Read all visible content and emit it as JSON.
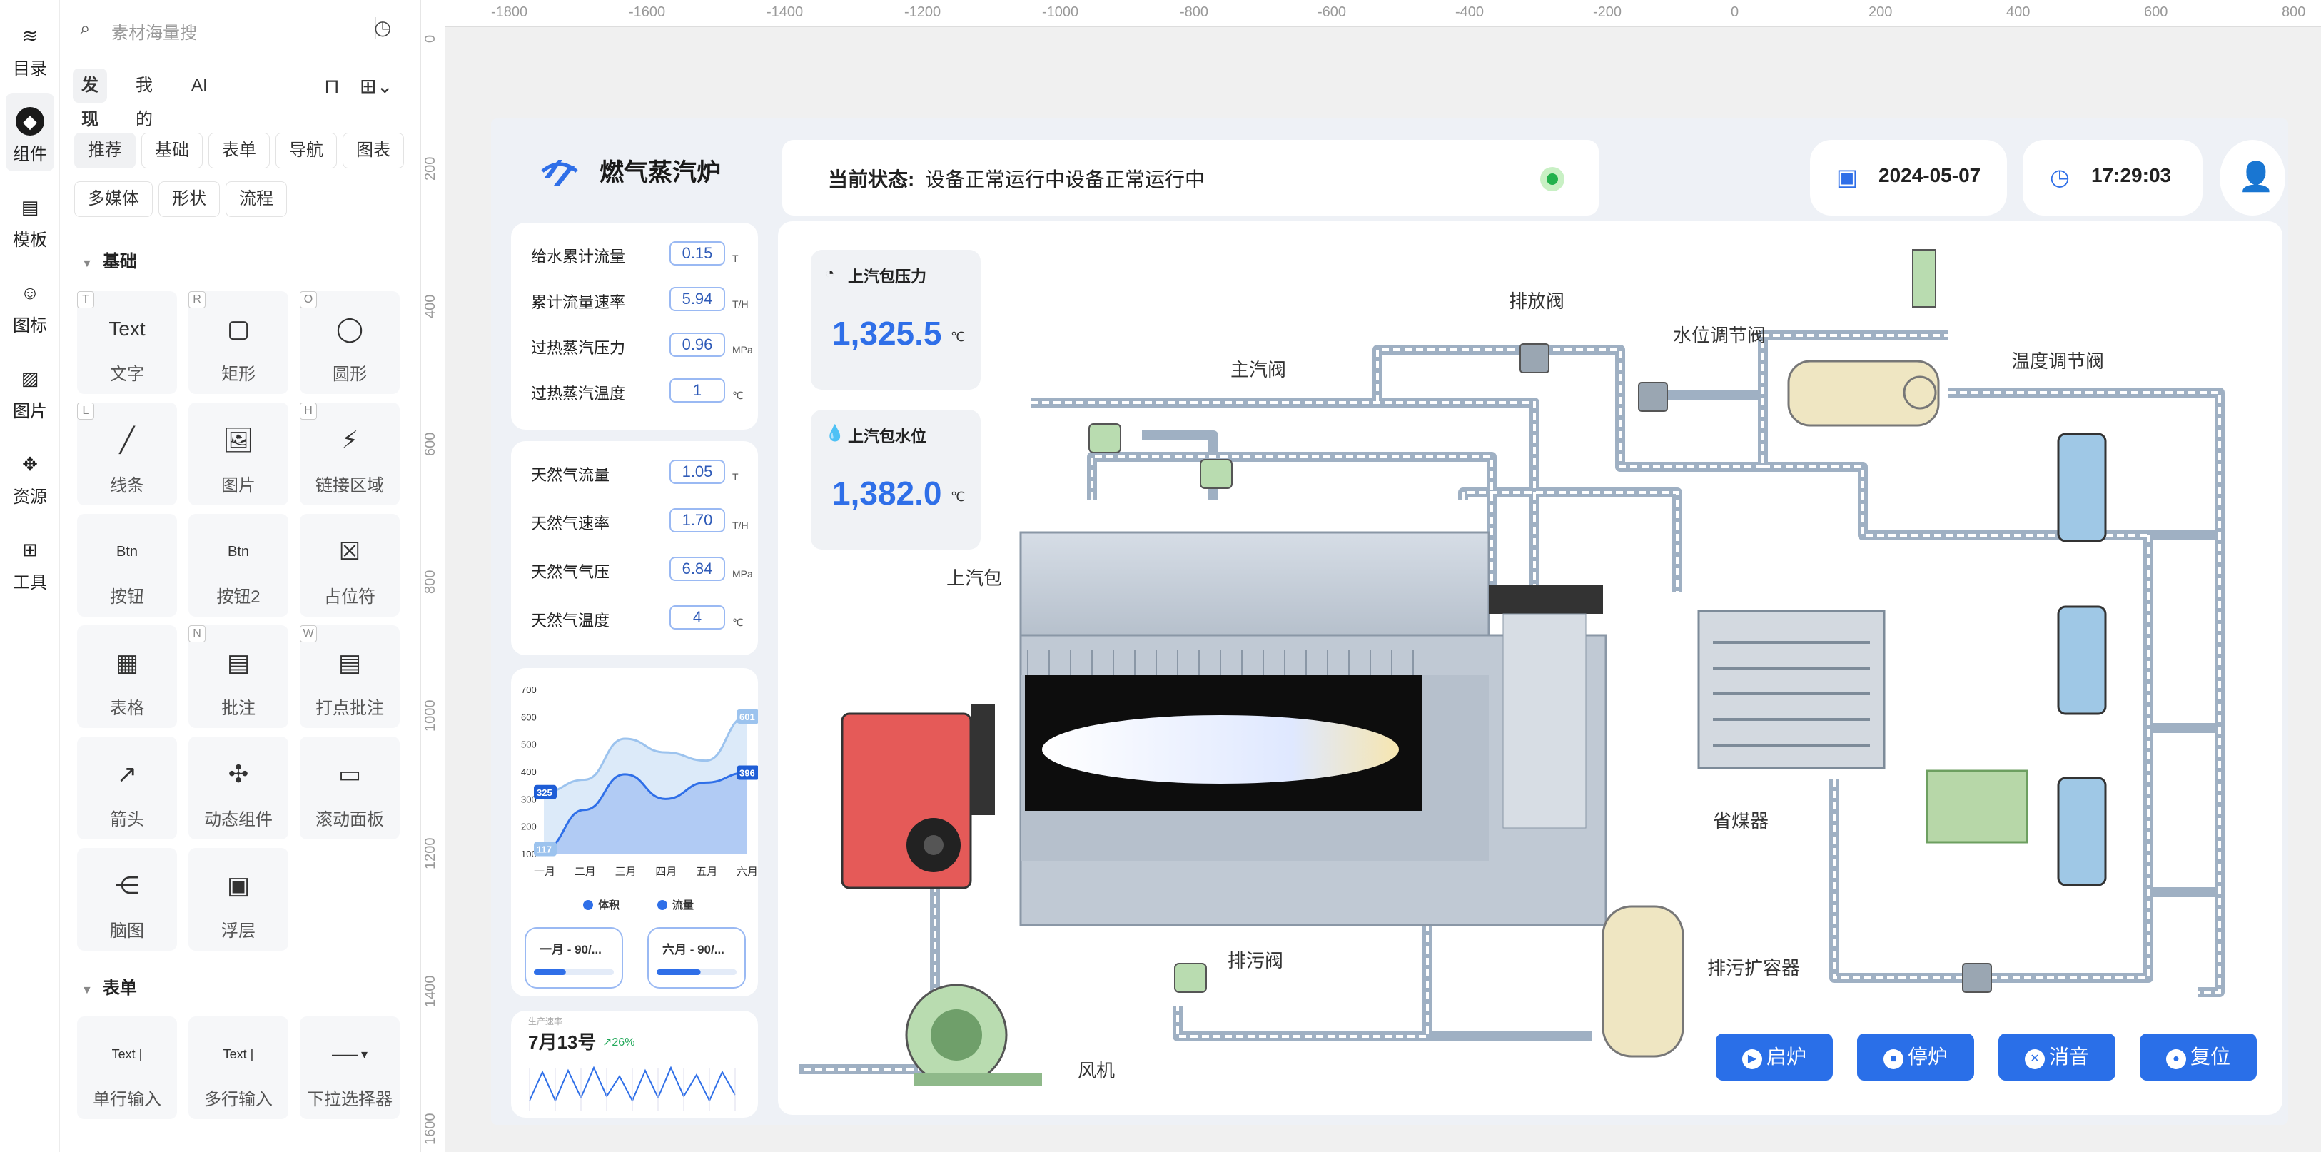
{
  "rail": {
    "items": [
      {
        "label": "目录",
        "icon": "layers-icon"
      },
      {
        "label": "组件",
        "icon": "cube-icon"
      },
      {
        "label": "模板",
        "icon": "template-icon"
      },
      {
        "label": "图标",
        "icon": "smile-icon"
      },
      {
        "label": "图片",
        "icon": "image-icon"
      },
      {
        "label": "资源",
        "icon": "resource-icon"
      },
      {
        "label": "工具",
        "icon": "tool-icon"
      }
    ]
  },
  "panel": {
    "search_placeholder": "素材海量搜",
    "tabs": [
      "发现",
      "我的",
      "AI"
    ],
    "chips": [
      "推荐",
      "基础",
      "表单",
      "导航",
      "图表",
      "多媒体",
      "形状",
      "流程"
    ],
    "section_basic": "基础",
    "section_form": "表单",
    "basic_cards": [
      {
        "label": "文字",
        "key": "T",
        "icon": "Text"
      },
      {
        "label": "矩形",
        "key": "R",
        "icon": "▢"
      },
      {
        "label": "圆形",
        "key": "O",
        "icon": "◯"
      },
      {
        "label": "线条",
        "key": "L",
        "icon": "╱"
      },
      {
        "label": "图片",
        "key": "",
        "icon": "🖼"
      },
      {
        "label": "链接区域",
        "key": "H",
        "icon": "⚡"
      },
      {
        "label": "按钮",
        "key": "",
        "icon": "Btn"
      },
      {
        "label": "按钮2",
        "key": "",
        "icon": "Btn"
      },
      {
        "label": "占位符",
        "key": "",
        "icon": "☒"
      },
      {
        "label": "表格",
        "key": "",
        "icon": "▦"
      },
      {
        "label": "批注",
        "key": "N",
        "icon": "▤"
      },
      {
        "label": "打点批注",
        "key": "W",
        "icon": "▤"
      },
      {
        "label": "箭头",
        "key": "",
        "icon": "↗"
      },
      {
        "label": "动态组件",
        "key": "",
        "icon": "✣"
      },
      {
        "label": "滚动面板",
        "key": "",
        "icon": "▭"
      },
      {
        "label": "脑图",
        "key": "",
        "icon": "⋲"
      },
      {
        "label": "浮层",
        "key": "",
        "icon": "▣"
      }
    ],
    "form_cards": [
      {
        "label": "单行输入",
        "icon": "Text |"
      },
      {
        "label": "多行输入",
        "icon": "Text |"
      },
      {
        "label": "下拉选择器",
        "icon": "—— ▾"
      }
    ]
  },
  "ruler": {
    "top": [
      "-1800",
      "-1600",
      "-1400",
      "-1200",
      "-1000",
      "-800",
      "-600",
      "-400",
      "-200",
      "0",
      "200",
      "400",
      "600",
      "800"
    ],
    "left": [
      "0",
      "200",
      "400",
      "600",
      "800",
      "1000",
      "1200",
      "1400",
      "1600"
    ]
  },
  "dashboard": {
    "title": "燃气蒸汽炉",
    "status_label": "当前状态:",
    "status_text": "设备正常运行中设备正常运行中",
    "date": "2024-05-07",
    "time": "17:29:03",
    "metrics_top": [
      {
        "label": "给水累计流量",
        "value": "0.15",
        "unit": "T"
      },
      {
        "label": "累计流量速率",
        "value": "5.94",
        "unit": "T/H"
      },
      {
        "label": "过热蒸汽压力",
        "value": "0.96",
        "unit": "MPa"
      },
      {
        "label": "过热蒸汽温度",
        "value": "1",
        "unit": "℃"
      }
    ],
    "metrics_gas": [
      {
        "label": "天然气流量",
        "value": "1.05",
        "unit": "T"
      },
      {
        "label": "天然气速率",
        "value": "1.70",
        "unit": "T/H"
      },
      {
        "label": "天然气气压",
        "value": "6.84",
        "unit": "MPa"
      },
      {
        "label": "天然气温度",
        "value": "4",
        "unit": "℃"
      }
    ],
    "sensors": [
      {
        "label": "上汽包压力",
        "value": "1,325.5",
        "unit": "℃"
      },
      {
        "label": "上汽包水位",
        "value": "1,382.0",
        "unit": "℃"
      }
    ],
    "diagram_labels": {
      "main_valve": "主汽阀",
      "discharge_valve": "排放阀",
      "level_valve": "水位调节阀",
      "temp_valve": "温度调节阀",
      "upper_drum": "上汽包",
      "economizer": "省煤器",
      "blowdown_valve": "排污阀",
      "blowdown_tank": "排污扩容器",
      "fan": "风机"
    },
    "buttons": [
      "启炉",
      "停炉",
      "消音",
      "复位"
    ],
    "progress": [
      {
        "label": "一月 - 90/...",
        "fraction": 0.4
      },
      {
        "label": "六月 - 90/...",
        "fraction": 0.55
      }
    ],
    "mini_chart": {
      "caption": "生产速率",
      "date": "7月13号",
      "trend": "↗26%"
    }
  },
  "chart_data": {
    "type": "area",
    "categories": [
      "一月",
      "二月",
      "三月",
      "四月",
      "五月",
      "六月"
    ],
    "ylim": [
      100,
      700
    ],
    "yticks": [
      "700",
      "600",
      "500",
      "400",
      "300",
      "200",
      "100"
    ],
    "series": [
      {
        "name": "体积",
        "values": [
          325,
          370,
          520,
          470,
          440,
          601
        ],
        "color": "#9cc3ee"
      },
      {
        "name": "流量",
        "values": [
          117,
          260,
          390,
          300,
          360,
          396
        ],
        "color": "#2f6fe8"
      }
    ],
    "data_labels": [
      "325",
      "117",
      "601",
      "396"
    ]
  }
}
